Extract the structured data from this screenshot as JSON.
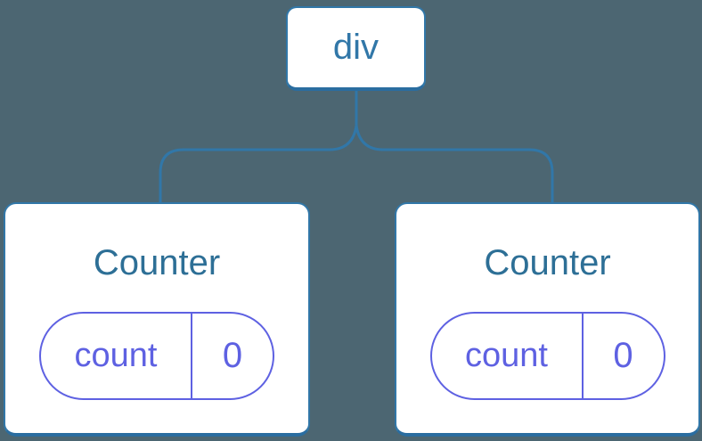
{
  "colors": {
    "background": "#4C6672",
    "blue": "#3177A8",
    "blue_dark": "#2A6DA0",
    "title_text": "#2D6F96",
    "purple": "#5E61E2",
    "card_bg": "#FFFFFF"
  },
  "tree": {
    "root": {
      "label": "div"
    },
    "children": [
      {
        "title": "Counter",
        "state_key": "count",
        "state_value": "0"
      },
      {
        "title": "Counter",
        "state_key": "count",
        "state_value": "0"
      }
    ]
  }
}
